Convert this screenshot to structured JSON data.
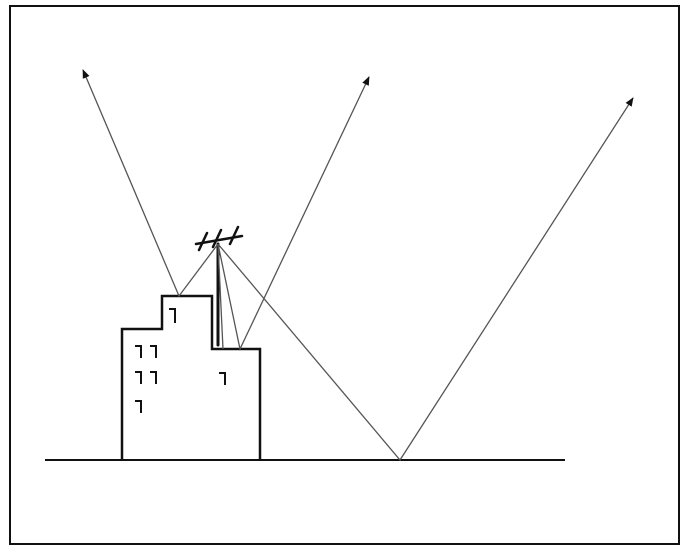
{
  "diagram": {
    "stroke_color": "#111111",
    "ray_color": "#555555",
    "background": "#ffffff",
    "elements": {
      "frame": "border",
      "ground": "ground-line",
      "building": "stepped-building",
      "antenna": "antenna-mast",
      "rays": [
        "direct-ray",
        "roof-reflection",
        "wall-reflection",
        "ground-reflection"
      ]
    }
  }
}
